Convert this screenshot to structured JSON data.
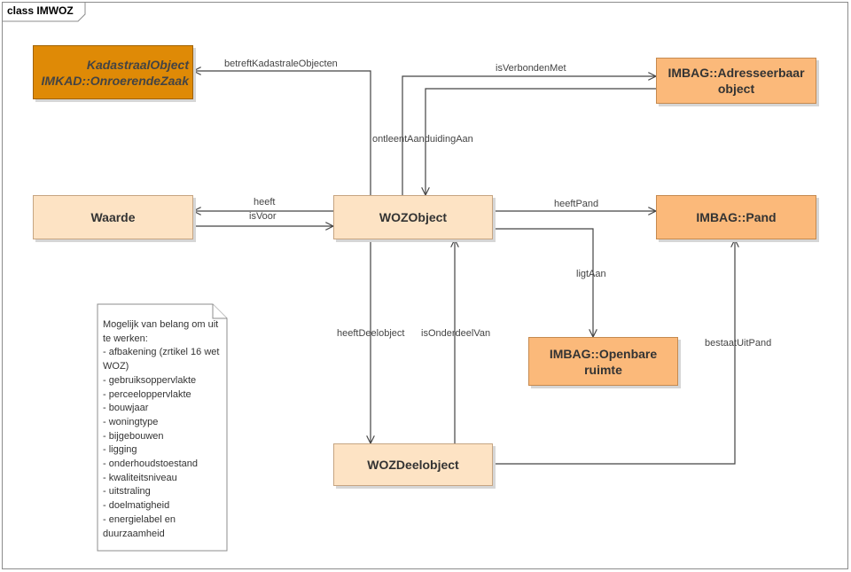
{
  "frame": {
    "label": "class IMWOZ"
  },
  "classes": {
    "kadastraal": {
      "line1": "KadastraalObject",
      "line2": "IMKAD::OnroerendeZaak"
    },
    "adresseerbaar": {
      "line1": "IMBAG::Adresseerbaar",
      "line2": "object"
    },
    "waarde": {
      "name": "Waarde"
    },
    "wozobject": {
      "name": "WOZObject"
    },
    "pand": {
      "name": "IMBAG::Pand"
    },
    "openbare": {
      "line1": "IMBAG::Openbare",
      "line2": "ruimte"
    },
    "wozdeelobject": {
      "name": "WOZDeelobject"
    }
  },
  "associations": {
    "betreft": "betreftKadastraleObjecten",
    "isverbonden": "isVerbondenMet",
    "ontleent": "ontleentAanduidingAan",
    "heeft": "heeft",
    "isvoor": "isVoor",
    "heeftpand": "heeftPand",
    "ligtaan": "ligtAan",
    "heeftdeel": "heeftDeelobject",
    "isonderdeel": "isOnderdeelVan",
    "bestaatuit": "bestaatUitPand"
  },
  "note": {
    "text": "Mogelijk van belang om uit te werken:\n- afbakening (zrtikel 16 wet WOZ)\n- gebruiksoppervlakte\n- perceeloppervlakte\n- bouwjaar\n- woningtype\n- bijgebouwen\n- ligging\n- onderhoudstoestand\n- kwaliteitsniveau\n- uitstraling\n- doelmatigheid\n- energielabel en duurzaamheid"
  },
  "colors": {
    "local_class": "#fde3c4",
    "imbag_class": "#fbb97a",
    "imkad_class": "#df8a06",
    "line": "#444444"
  }
}
